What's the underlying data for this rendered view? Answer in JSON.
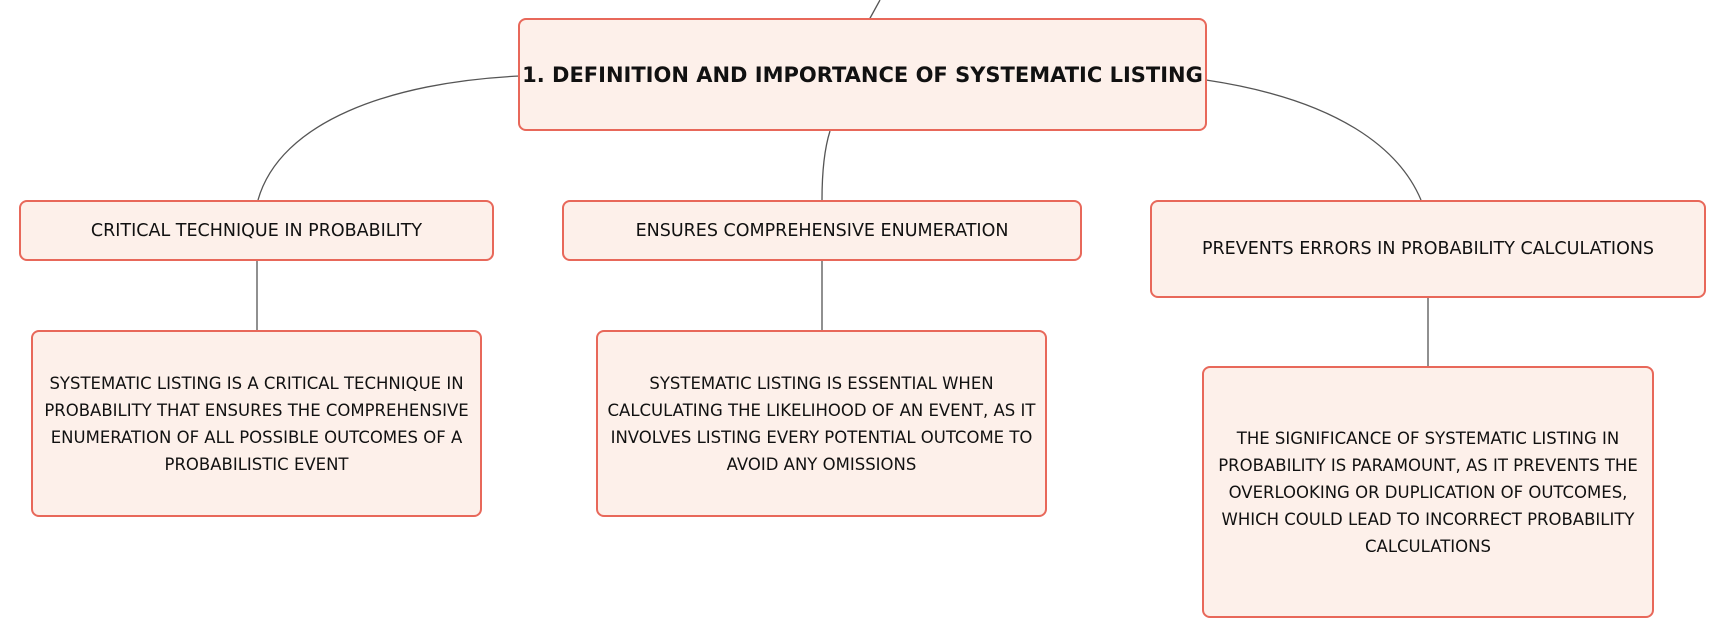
{
  "root": {
    "label": "1. DEFINITION AND IMPORTANCE OF SYSTEMATIC LISTING"
  },
  "branches": [
    {
      "label": "CRITICAL TECHNIQUE IN PROBABILITY",
      "detail": "SYSTEMATIC LISTING IS A CRITICAL TECHNIQUE IN PROBABILITY THAT ENSURES THE COMPREHENSIVE ENUMERATION OF ALL POSSIBLE OUTCOMES OF A PROBABILISTIC EVENT"
    },
    {
      "label": "ENSURES COMPREHENSIVE ENUMERATION",
      "detail": "SYSTEMATIC LISTING IS ESSENTIAL WHEN CALCULATING THE LIKELIHOOD OF AN EVENT, AS IT INVOLVES LISTING EVERY POTENTIAL OUTCOME TO AVOID ANY OMISSIONS"
    },
    {
      "label": "PREVENTS ERRORS IN PROBABILITY CALCULATIONS",
      "detail": "THE SIGNIFICANCE OF SYSTEMATIC LISTING IN PROBABILITY IS PARAMOUNT, AS IT PREVENTS THE OVERLOOKING OR DUPLICATION OF OUTCOMES, WHICH COULD LEAD TO INCORRECT PROBABILITY CALCULATIONS"
    }
  ],
  "colors": {
    "node_fill": "#fdf0ea",
    "node_border": "#e8685a",
    "connector": "#555555",
    "text": "#111111"
  }
}
